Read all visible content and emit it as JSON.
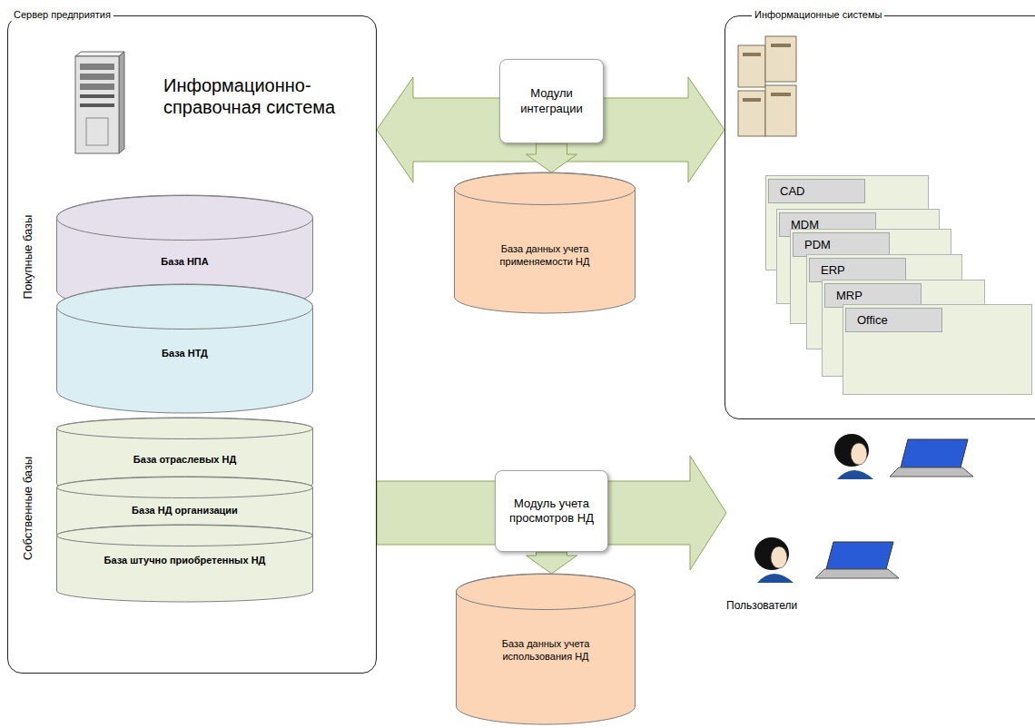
{
  "diagram": {
    "nodes": [
      {
        "text": [
          "Сервер предприятия",
          "Информационно-справочная система"
        ]
      },
      {
        "text": [
          "База НПА"
        ],
        "in": 0
      },
      {
        "text": [
          "База НТД"
        ],
        "in": 0
      },
      {
        "text": [
          "База отраслевых НД"
        ],
        "in": 0
      },
      {
        "text": [
          "База НД организации"
        ],
        "in": 0
      },
      {
        "text": [
          "База штучно приобретенных НД"
        ],
        "in": 0
      },
      {
        "text": [
          "Модули интеграции"
        ]
      },
      {
        "text": [
          "База данных учета применяемости НД"
        ]
      },
      {
        "text": [
          "Информационные системы"
        ]
      },
      {
        "text": [
          "CAD"
        ],
        "in": 8
      },
      {
        "text": [
          "MDM"
        ],
        "in": 8
      },
      {
        "text": [
          "PDM"
        ],
        "in": 8
      },
      {
        "text": [
          "ERP"
        ],
        "in": 8
      },
      {
        "text": [
          "MRP"
        ],
        "in": 8
      },
      {
        "text": [
          "Office"
        ],
        "in": 8
      },
      {
        "text": [
          "Модуль учета просмотров НД"
        ]
      },
      {
        "text": [
          "База данных учета использования НД"
        ]
      }
    ],
    "edges": [
      {
        "from": 0,
        "to": 8,
        "arrow": "both"
      },
      {
        "from": 6,
        "to": 7,
        "arrow": "to"
      },
      {
        "from": 15,
        "to": 16,
        "arrow": "to"
      }
    ],
    "labels": [
      "Покупные базы",
      "Собственные базы",
      "Пользователи"
    ]
  }
}
